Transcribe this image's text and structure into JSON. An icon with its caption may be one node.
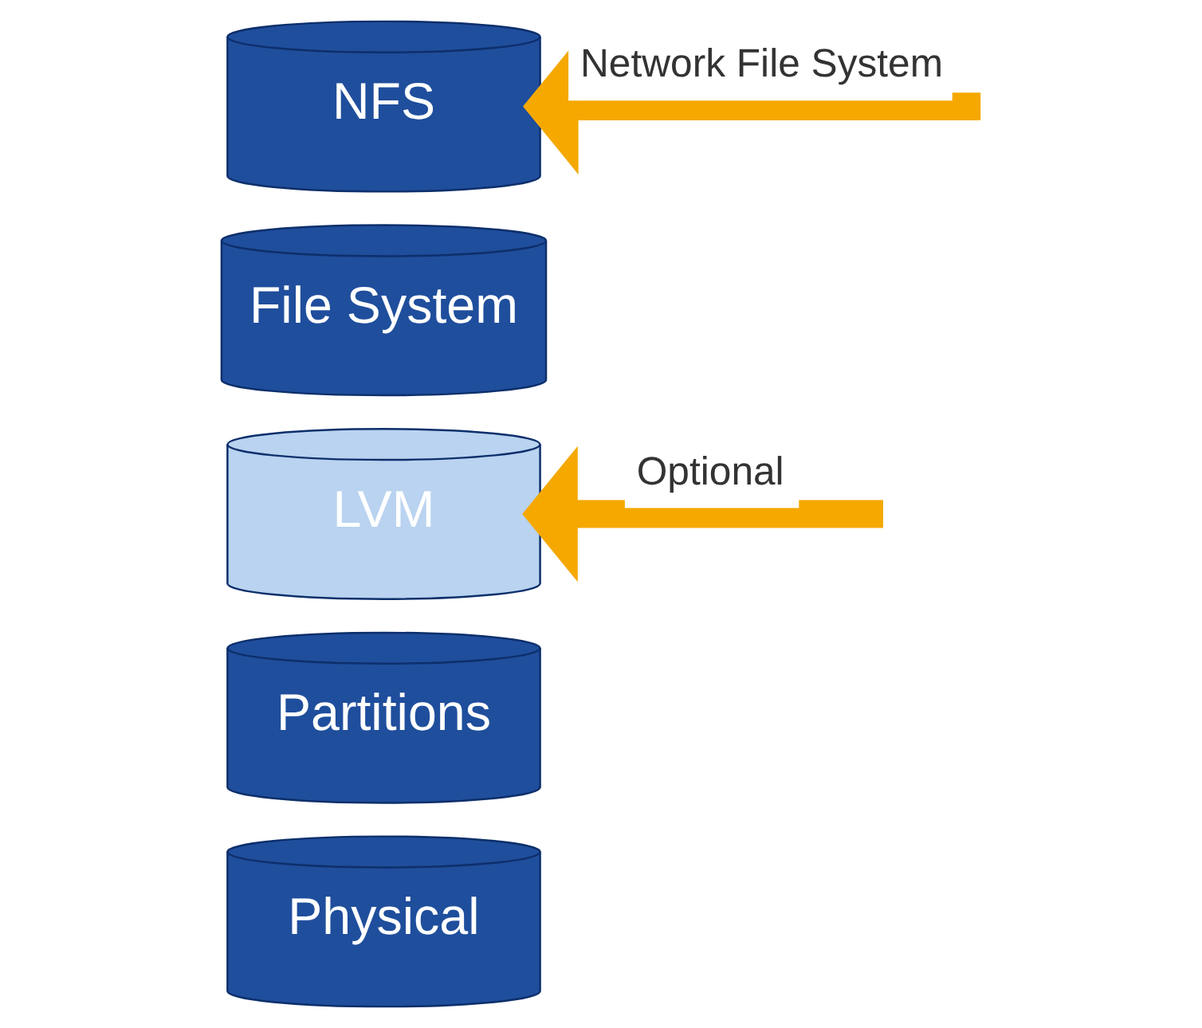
{
  "diagram": {
    "nodes": [
      {
        "text": [
          "NFS"
        ]
      },
      {
        "text": [
          "File System"
        ]
      },
      {
        "text": [
          "LVM"
        ]
      },
      {
        "text": [
          "Partitions"
        ]
      },
      {
        "text": [
          "Physical"
        ]
      }
    ],
    "edges": [
      {
        "from": null,
        "to": 0,
        "arrow": "to",
        "label": "Network File System"
      },
      {
        "from": null,
        "to": 2,
        "arrow": "to",
        "label": "Optional"
      }
    ]
  }
}
